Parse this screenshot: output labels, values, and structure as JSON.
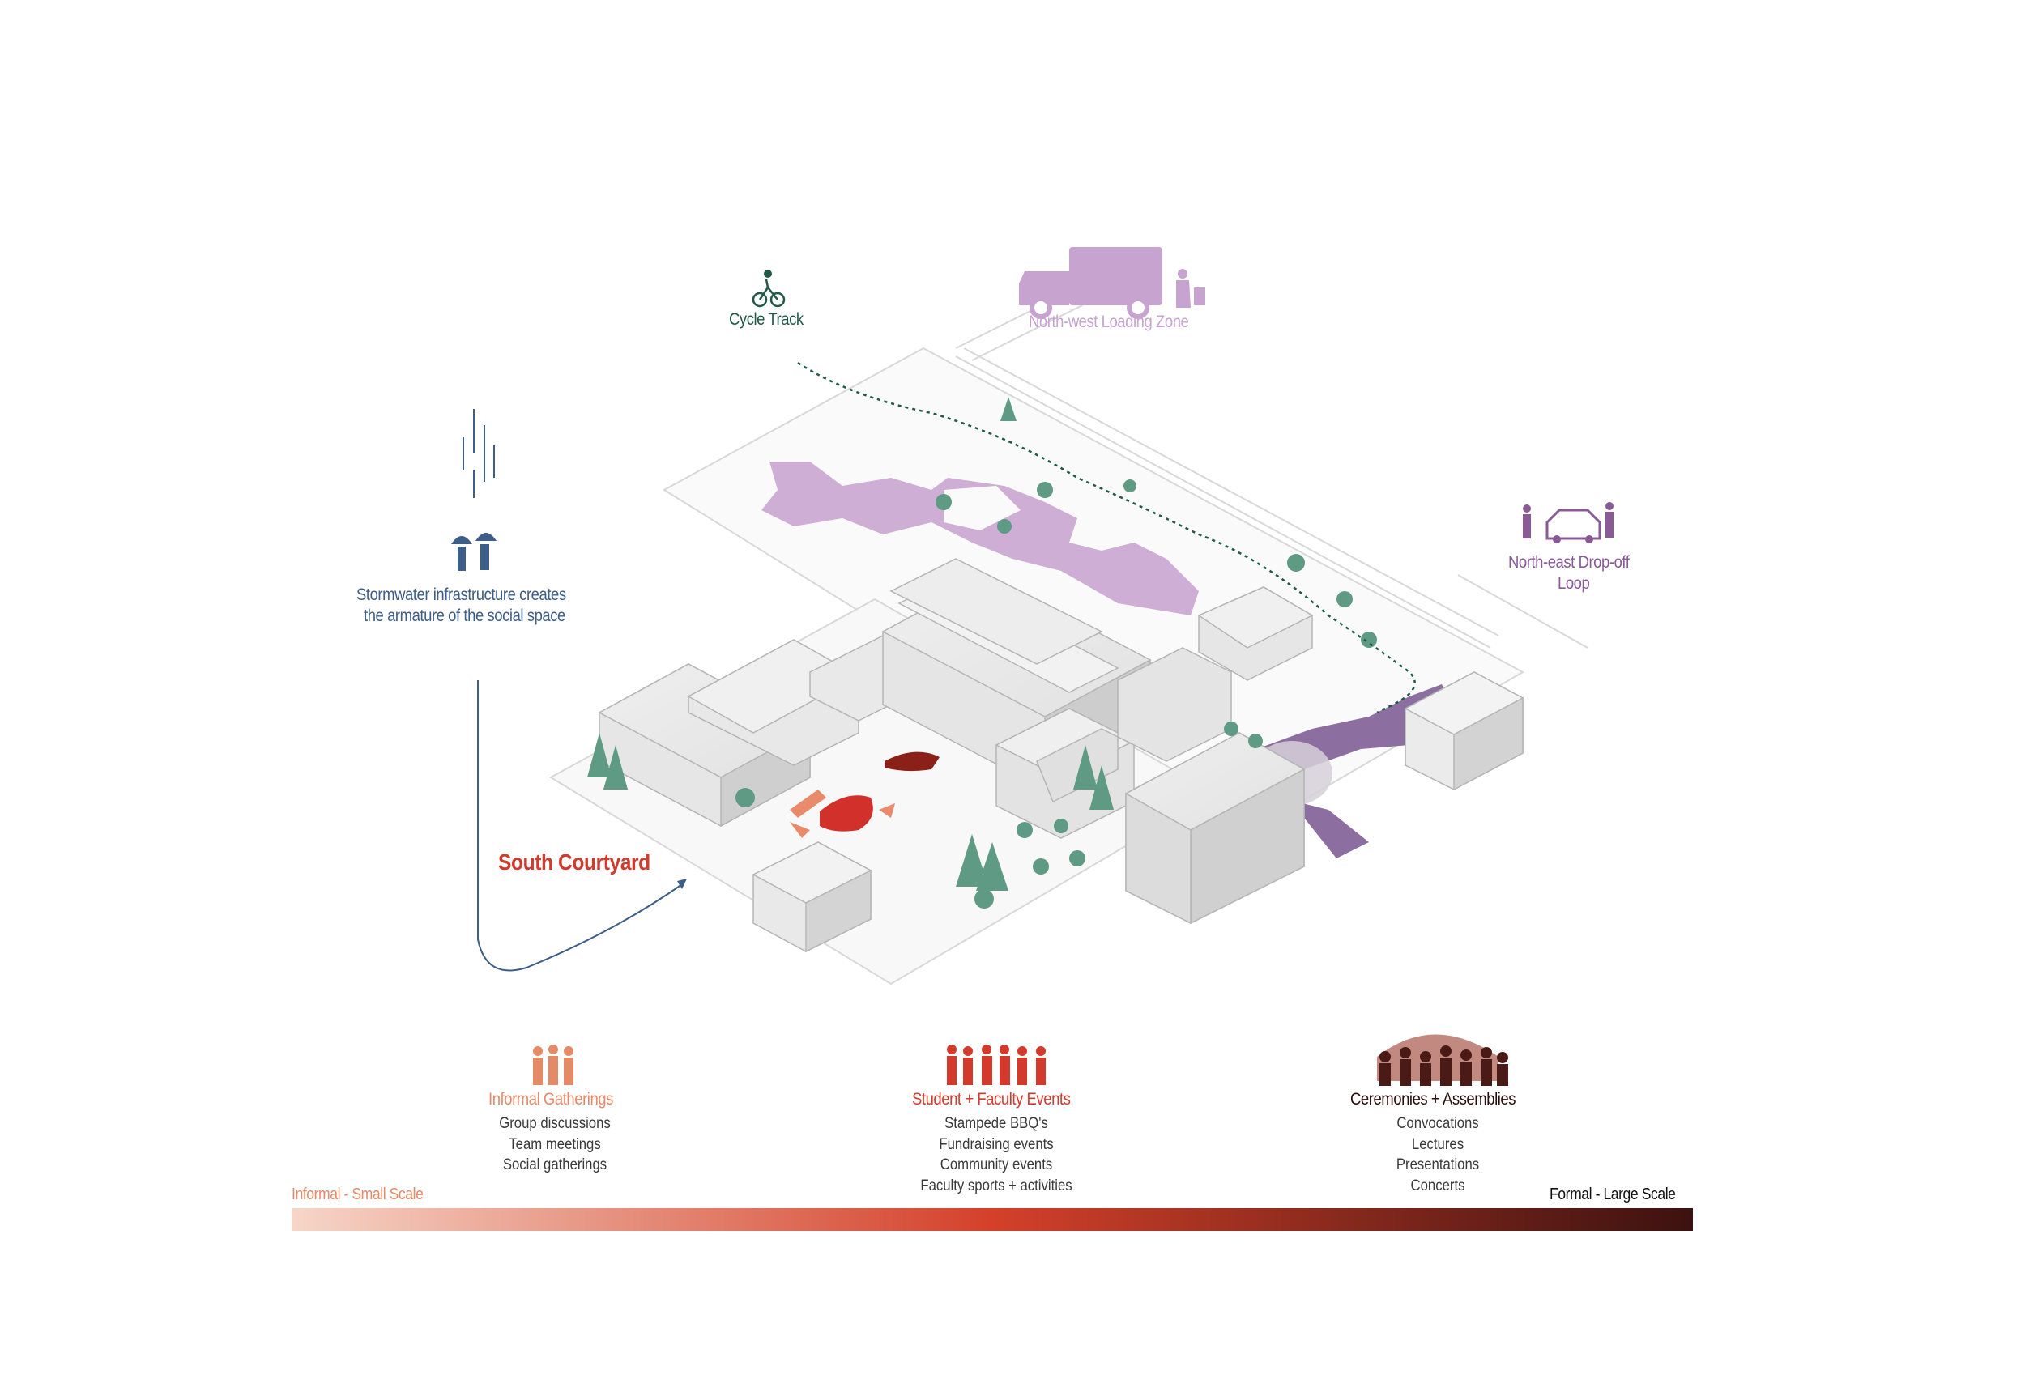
{
  "labels": {
    "cycle_track": "Cycle Track",
    "loading_zone": "North-west Loading Zone",
    "dropoff_line1": "North-east Drop-off",
    "dropoff_line2": "Loop",
    "stormwater_line1": "Stormwater infrastructure creates",
    "stormwater_line2": "the armature of the social space",
    "courtyard": "South Courtyard"
  },
  "categories": [
    {
      "title": "Informal Gatherings",
      "items": [
        "Group discussions",
        "Team meetings",
        "Social gatherings"
      ]
    },
    {
      "title": "Student + Faculty Events",
      "items": [
        "Stampede BBQ's",
        "Fundraising events",
        "Community events",
        "Faculty sports + activities"
      ]
    },
    {
      "title": "Ceremonies + Assemblies",
      "items": [
        "Convocations",
        "Lectures",
        "Presentations",
        "Concerts"
      ]
    }
  ],
  "scale": {
    "left_label": "Informal - Small Scale",
    "right_label": "Formal - Large Scale",
    "gradient_start": "#f6d6c8",
    "gradient_mid": "#d4402a",
    "gradient_end": "#3c1210"
  },
  "colors": {
    "cycle": "#1f5a45",
    "loading": "#c7a3cf",
    "dropoff": "#8a5a96",
    "stormwater": "#3d5e88",
    "courtyard": "#cf3b2c",
    "informal": "#e58a66",
    "student": "#d43a2c",
    "ceremony": "#4a1a16"
  },
  "icons": [
    "cyclist-icon",
    "delivery-truck-icon",
    "hand-truck-worker-icon",
    "rain-icon",
    "umbrella-people-icon",
    "car-dropoff-icon",
    "people-group-icon",
    "crowd-icon",
    "celebration-crowd-icon"
  ]
}
